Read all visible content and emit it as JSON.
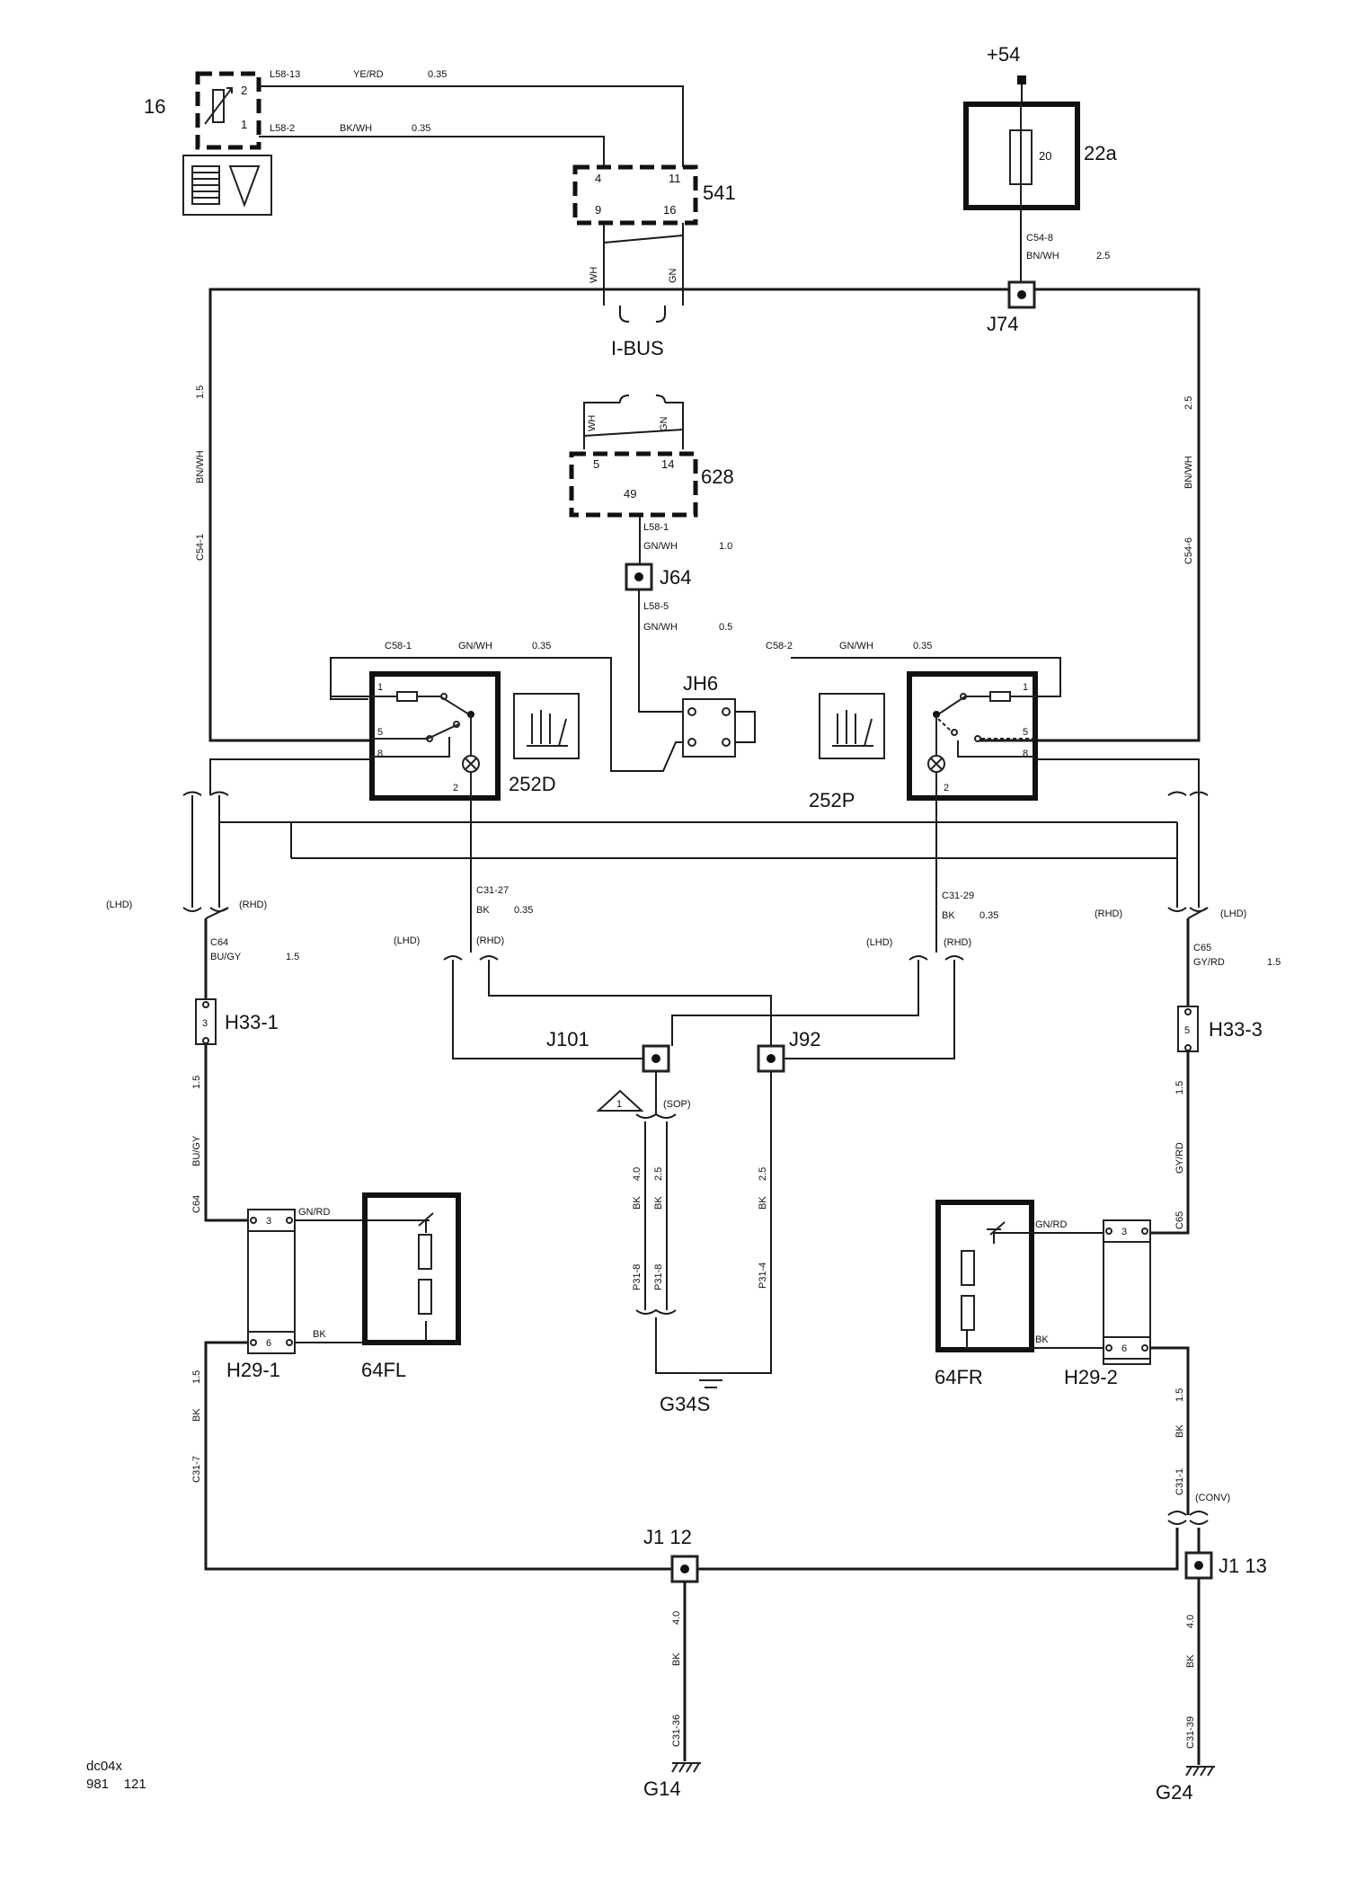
{
  "components": {
    "c16": "16",
    "c541": "541",
    "c22a": "22a",
    "plus54": "+54",
    "fuse20": "20",
    "j74": "J74",
    "ibus": "I-BUS",
    "c628": "628",
    "j64": "J64",
    "jh6": "JH6",
    "c252d": "252D",
    "c252p": "252P",
    "h33_1": "H33-1",
    "h33_3": "H33-3",
    "j101": "J101",
    "j92": "J92",
    "h29_1": "H29-1",
    "h29_2": "H29-2",
    "c64fl": "64FL",
    "c64fr": "64FR",
    "g34s": "G34S",
    "j1_12": "J1  12",
    "j1_13": "J1  13",
    "g14": "G14",
    "g24": "G24"
  },
  "pins": {
    "p16_2": "2",
    "p16_1": "1",
    "p541_4": "4",
    "p541_11": "11",
    "p541_9": "9",
    "p541_16": "16",
    "p628_5": "5",
    "p628_14": "14",
    "p628_49": "49",
    "p252d_1": "1",
    "p252d_5": "5",
    "p252d_8": "8",
    "p252d_2": "2",
    "p252p_1": "1",
    "p252p_5": "5",
    "p252p_8": "8",
    "p252p_2": "2",
    "h33_1_pin": "3",
    "h33_3_pin": "5",
    "h29_1_p3": "3",
    "h29_1_p6": "6",
    "h29_2_p3": "3",
    "h29_2_p6": "6"
  },
  "wires": {
    "l58_13": "L58-13",
    "yerd": "YE/RD",
    "w035a": "0.35",
    "l58_2": "L58-2",
    "bkwh": "BK/WH",
    "w035b": "0.35",
    "c54_8": "C54-8",
    "bnwh_top": "BN/WH",
    "w25_top": "2.5",
    "wh_top": "WH",
    "gn_top": "GN",
    "wh_mid": "WH",
    "gn_mid": "GN",
    "l58_1": "L58-1",
    "gnwh1": "GN/WH",
    "w10": "1.0",
    "l58_5": "L58-5",
    "gnwh2": "GN/WH",
    "w05": "0.5",
    "c58_1": "C58-1",
    "gnwh3": "GN/WH",
    "w035c": "0.35",
    "c58_2": "C58-2",
    "gnwh4": "GN/WH",
    "w035d": "0.35",
    "left_15": "1.5",
    "left_bnwh": "BN/WH",
    "left_c54_1": "C54-1",
    "right_25": "2.5",
    "right_bnwh": "BN/WH",
    "right_c54_6": "C54-6",
    "lhd1": "(LHD)",
    "rhd1": "(RHD)",
    "c64": "C64",
    "bugy": "BU/GY",
    "w15a": "1.5",
    "c31_27": "C31-27",
    "bk1": "BK",
    "w035e": "0.35",
    "lhd2": "(LHD)",
    "rhd2": "(RHD)",
    "c31_29": "C31-29",
    "bk2": "BK",
    "w035f": "0.35",
    "lhd3": "(LHD)",
    "rhd3": "(RHD)",
    "rhd4": "(RHD)",
    "lhd4": "(LHD)",
    "c65": "C65",
    "gyrd": "GY/RD",
    "w15b": "1.5",
    "lv_15": "1.5",
    "lv_bugy": "BU/GY",
    "lv_c64": "C64",
    "rv_15": "1.5",
    "rv_gyrd": "GY/RD",
    "rv_c65": "C65",
    "gnrd_l": "GN/RD",
    "bk_l": "BK",
    "gnrd_r": "GN/RD",
    "bk_r": "BK",
    "sop": "(SOP)",
    "warn1": "1",
    "g1_40": "4.0",
    "g1_bk": "BK",
    "g1_p31_8": "P31-8",
    "g2_25": "2.5",
    "g2_bk": "BK",
    "g2_p31_8": "P31-8",
    "g3_25": "2.5",
    "g3_bk": "BK",
    "g3_p31_4": "P31-4",
    "ll_15": "1.5",
    "ll_bk": "BK",
    "ll_c31_7": "C31-7",
    "rl_15": "1.5",
    "rl_bk": "BK",
    "rl_c31_1": "C31-1",
    "conv": "(CONV)",
    "g14_40": "4.0",
    "g14_bk": "BK",
    "g14_c31_36": "C31-36",
    "g24_40": "4.0",
    "g24_bk": "BK",
    "g24_c31_39": "C31-39"
  },
  "footer": {
    "code": "dc04x",
    "num": "981    121"
  }
}
